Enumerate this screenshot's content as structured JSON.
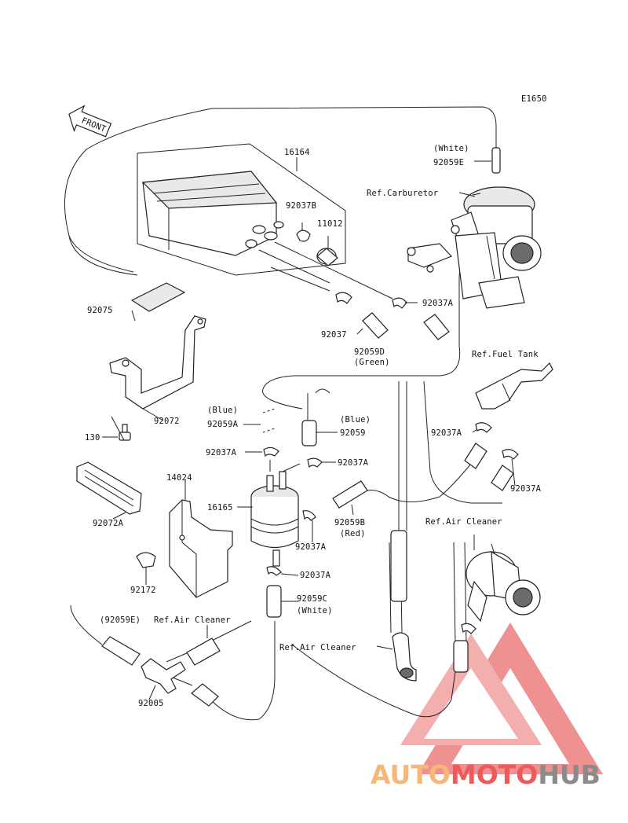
{
  "diagram_code": "E1650",
  "front_label": "FRONT",
  "labels": {
    "l16164": "16164",
    "l92037B": "92037B",
    "l11012": "11012",
    "white_top": "(White)",
    "l92059E": "92059E",
    "ref_carburetor": "Ref.Carburetor",
    "l92075": "92075",
    "l92037A_1": "92037A",
    "l92037": "92037",
    "l92059D": "92059D",
    "green": "(Green)",
    "ref_fuel_tank": "Ref.Fuel Tank",
    "l92072": "92072",
    "blue_1": "(Blue)",
    "l92059A": "92059A",
    "blue_2": "(Blue)",
    "l92059": "92059",
    "l92037A_2": "92037A",
    "l130": "130",
    "l92037A_3": "92037A",
    "l92037A_4": "92037A",
    "l14024": "14024",
    "l16165": "16165",
    "l92037A_5": "92037A",
    "l92059B": "92059B",
    "red": "(Red)",
    "l92072A": "92072A",
    "ref_air_cleaner_1": "Ref.Air Cleaner",
    "l92037A_6": "92037A",
    "l92037A_7": "92037A",
    "l92172": "92172",
    "l92059C": "92059C",
    "white_2": "(White)",
    "l92059E_paren": "(92059E)",
    "ref_air_cleaner_2": "Ref.Air Cleaner",
    "ref_air_cleaner_3": "Ref.Air Cleaner",
    "l92005": "92005"
  },
  "watermark": {
    "part1": "AUTO",
    "part2": "MOTO",
    "part3": "HUB",
    "color1": "#f5b87a",
    "color2": "#ec5b5b",
    "color3": "#8b8b8b"
  }
}
